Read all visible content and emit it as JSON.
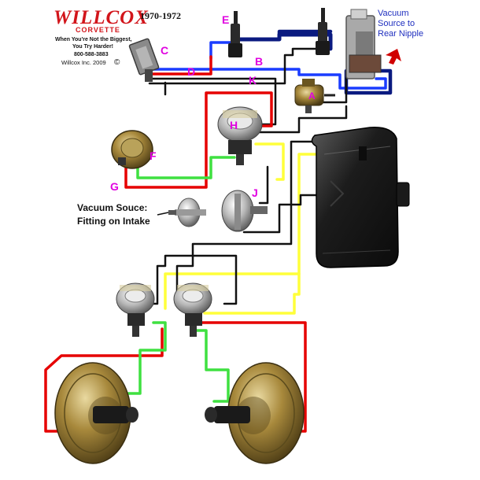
{
  "header": {
    "brand": "WILLCOX",
    "sub_brand": "CORVETTE",
    "years": "1970-1972",
    "tagline_1": "When You're Not the Biggest,",
    "tagline_2": "You Try Harder!",
    "phone": "800-588-3883",
    "copyright": "Willcox Inc. 2009",
    "copyright_symbol": "©"
  },
  "annotations": {
    "vacuum_rear": [
      "Vacuum",
      "Source to",
      "Rear Nipple"
    ],
    "vacuum_intake": [
      "Vacuum Souce:",
      "Fitting on Intake"
    ]
  },
  "labels": {
    "A": "A",
    "B": "B",
    "C": "C",
    "D": "D",
    "E": "E",
    "F": "F",
    "G": "G",
    "H": "H",
    "J": "J",
    "K": "K"
  },
  "colors": {
    "red": "#e60000",
    "blue": "#1a3cff",
    "navy": "#0a1a80",
    "green": "#3fe040",
    "yellow": "#ffff3a",
    "black": "#111111",
    "label_magenta": "#e000e0",
    "brand_red": "#d2151b",
    "annotation_blue": "#1f2fbf"
  }
}
